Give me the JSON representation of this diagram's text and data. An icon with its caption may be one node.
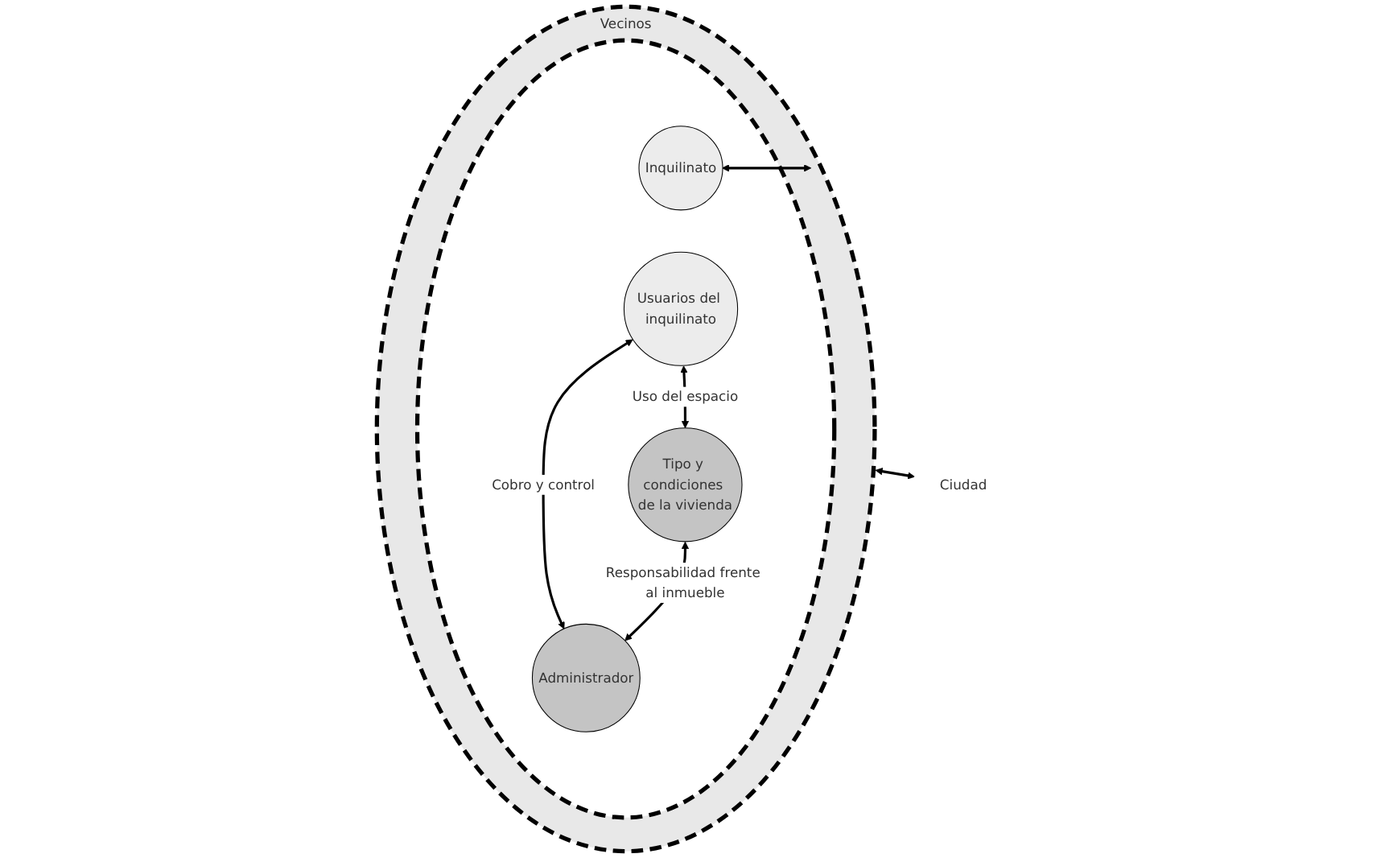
{
  "diagram": {
    "nodes": [
      {
        "text": [
          "Vecinos"
        ]
      },
      {
        "text": [],
        "shape": "circle",
        "in": 0
      },
      {
        "text": [
          "Usuarios del inquilinato"
        ],
        "in": 1
      },
      {
        "text": [
          "Inquilinato"
        ],
        "in": 1
      },
      {
        "text": [
          "Tipo y condiciones de la vivienda"
        ],
        "in": 1
      },
      {
        "text": [
          "Administrador"
        ],
        "in": 1
      },
      {
        "text": [
          "Ciudad"
        ]
      }
    ],
    "edges": [
      {
        "from": 2,
        "to": 4,
        "arrow": "both",
        "label": "Uso del espacio"
      },
      {
        "from": 2,
        "to": 5,
        "arrow": "both",
        "label": "Cobro y control"
      },
      {
        "from": 4,
        "to": 5,
        "arrow": "both",
        "label": "Responsabilidad frente al inmueble"
      },
      {
        "from": 3,
        "to": 0,
        "arrow": "both"
      },
      {
        "from": 0,
        "to": 6,
        "arrow": "both"
      }
    ]
  }
}
